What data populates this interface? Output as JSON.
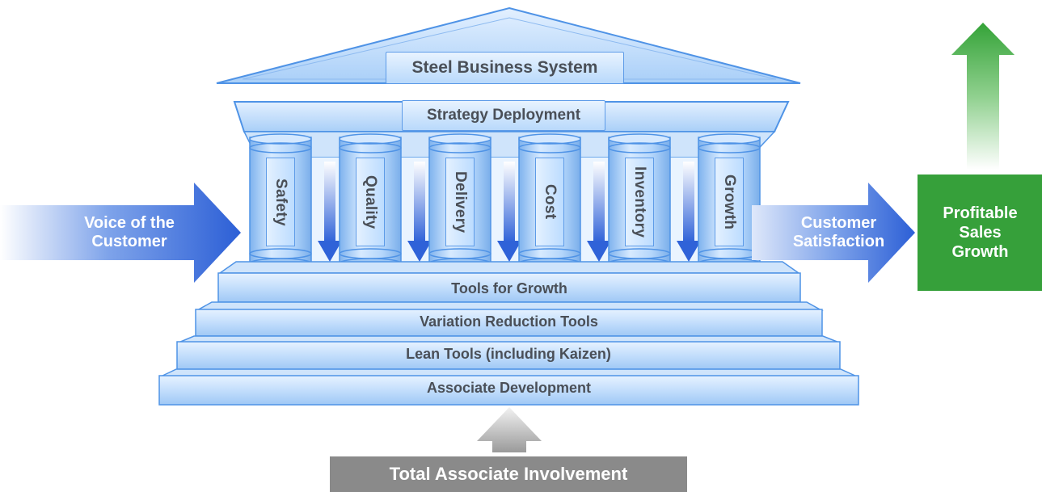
{
  "title": "Steel Business System",
  "entablature": "Strategy Deployment",
  "pillars": [
    {
      "label": "Safety"
    },
    {
      "label": "Quality"
    },
    {
      "label": "Delivery"
    },
    {
      "label": "Cost"
    },
    {
      "label": "Inventory"
    },
    {
      "label": "Growth"
    }
  ],
  "foundation": [
    {
      "label": "Tools for Growth"
    },
    {
      "label": "Variation Reduction Tools"
    },
    {
      "label": "Lean Tools (including Kaizen)"
    },
    {
      "label": "Associate Development"
    }
  ],
  "left_arrow": {
    "line1": "Voice of the",
    "line2": "Customer"
  },
  "right_arrow": {
    "line1": "Customer",
    "line2": "Satisfaction"
  },
  "outcome": {
    "line1": "Profitable",
    "line2": "Sales",
    "line3": "Growth"
  },
  "base": "Total Associate Involvement",
  "colors": {
    "temple_light": "#d6e9ff",
    "temple_mid": "#a7cdf7",
    "temple_stroke": "#4f93e6",
    "arrow_blue": "#2f62d8",
    "outcome_green": "#36a03a",
    "base_gray": "#8a8a8a",
    "text_gray": "#4a4f57"
  }
}
